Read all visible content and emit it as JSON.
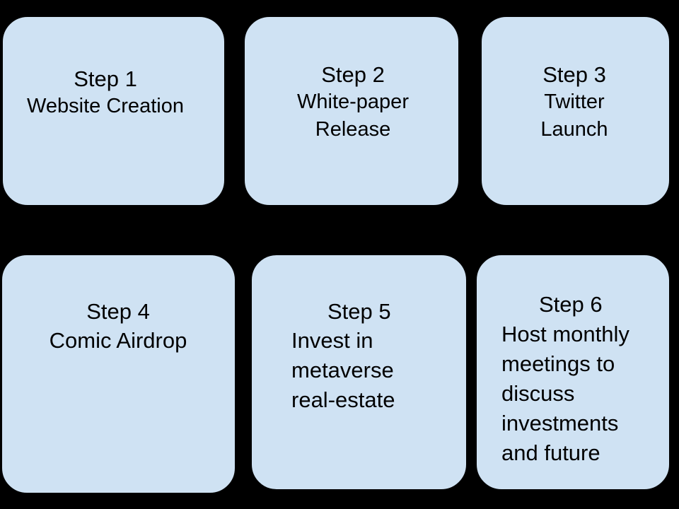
{
  "steps": [
    {
      "number": "Step 1",
      "lines": [
        "Website Creation"
      ]
    },
    {
      "number": "Step 2",
      "lines": [
        "White-paper",
        "Release"
      ]
    },
    {
      "number": "Step 3",
      "lines": [
        "Twitter",
        "Launch"
      ]
    },
    {
      "number": "Step 4",
      "lines": [
        "Comic Airdrop"
      ]
    },
    {
      "number": "Step 5",
      "lines": [
        "Invest in",
        "metaverse",
        "real-estate"
      ]
    },
    {
      "number": "Step 6",
      "lines": [
        "Host monthly",
        "meetings to",
        "discuss",
        "investments",
        "and future"
      ]
    }
  ],
  "colors": {
    "background": "#000000",
    "box_fill": "#cfe2f3",
    "text": "#000000"
  }
}
